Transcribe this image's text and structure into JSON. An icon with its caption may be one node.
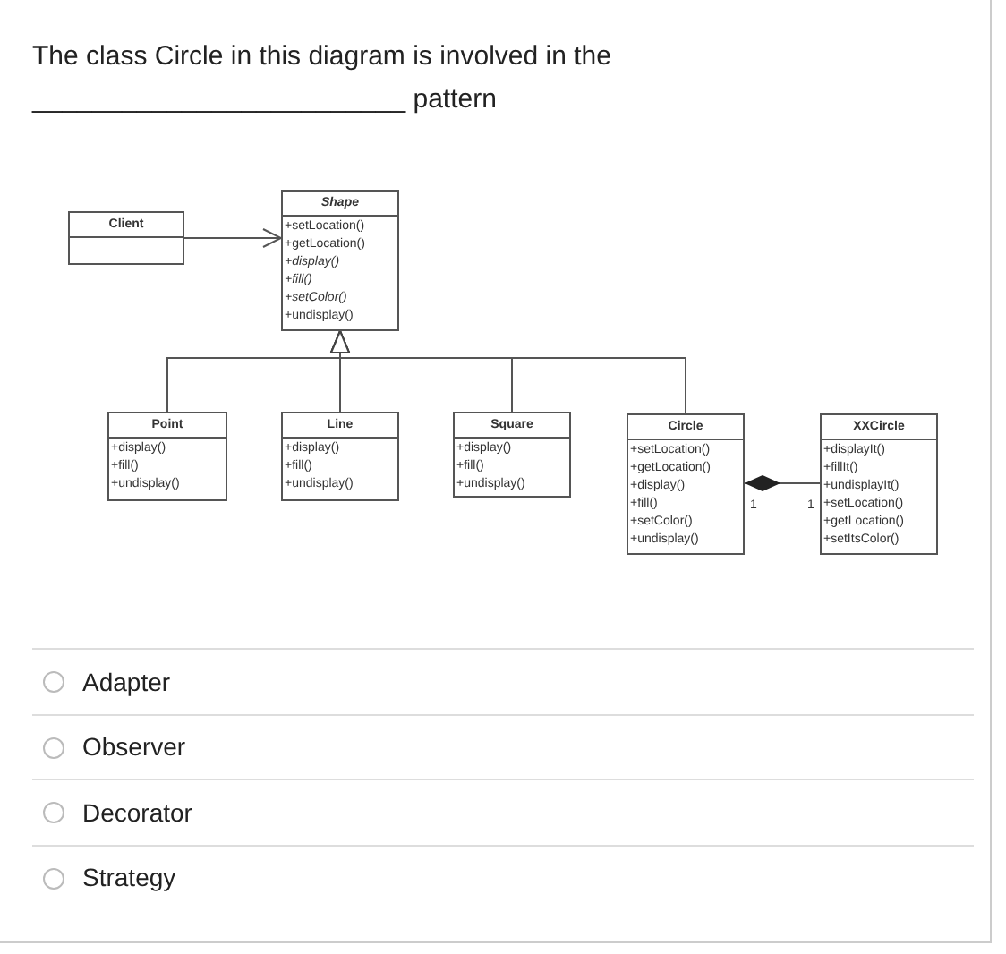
{
  "diagram": {
    "title": "The class Circle in this diagram is involved in the _________________________ pattern",
    "nodes": [
      {
        "text": [
          "Client"
        ]
      },
      {
        "text": [
          "*Shape*",
          "+setLocation()",
          "+getLocation()",
          "*+display()*",
          "*+fill()*",
          "*+setColor()*",
          "+undisplay()"
        ]
      },
      {
        "text": [
          "Point",
          "+display()",
          "+fill()",
          "+undisplay()"
        ]
      },
      {
        "text": [
          "Line",
          "+display()",
          "+fill()",
          "+undisplay()"
        ]
      },
      {
        "text": [
          "Square",
          "+display()",
          "+fill()",
          "+undisplay()"
        ]
      },
      {
        "text": [
          "Circle",
          "+setLocation()",
          "+getLocation()",
          "+display()",
          "+fill()",
          "+setColor()",
          "+undisplay()"
        ]
      },
      {
        "text": [
          "XXCircle",
          "+displayIt()",
          "+fillIt()",
          "+undisplayIt()",
          "+setLocation()",
          "+getLocation()",
          "+setItsColor()"
        ]
      }
    ],
    "edges": [
      {
        "from": 0,
        "to": 1,
        "arrow": "to"
      },
      {
        "from": 2,
        "to": 1,
        "arrow": "to"
      },
      {
        "from": 3,
        "to": 1,
        "arrow": "to"
      },
      {
        "from": 4,
        "to": 1,
        "arrow": "to"
      },
      {
        "from": 5,
        "to": 1,
        "arrow": "to"
      },
      {
        "from": 5,
        "to": 6,
        "arrow": "other"
      }
    ],
    "labels": [
      "1",
      "1",
      "Adapter",
      "Observer",
      "Decorator",
      "Strategy"
    ]
  }
}
